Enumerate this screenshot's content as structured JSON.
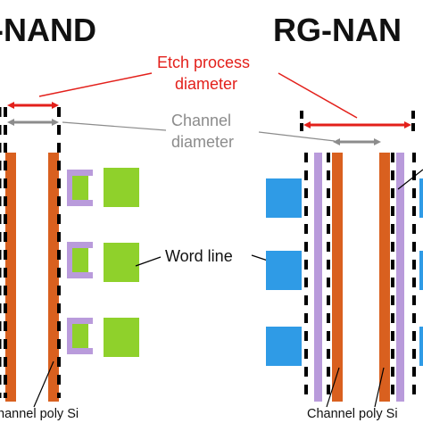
{
  "titles": {
    "left": "-NAND",
    "right": "RG-NAN"
  },
  "annotations": {
    "etch_line1": "Etch process",
    "etch_line2": "diameter",
    "channel_line1": "Channel",
    "channel_line2": "diameter",
    "word_line": "Word line",
    "channel_poly_left": "nannel poly Si",
    "channel_poly_right": "Channel poly Si"
  },
  "colors": {
    "red": "#e3201b",
    "gray": "#8c8c8c",
    "orange": "#d9601f",
    "green": "#8fd12b",
    "lavender": "#b99bdb",
    "blue": "#2f9be6",
    "black": "#000000"
  }
}
